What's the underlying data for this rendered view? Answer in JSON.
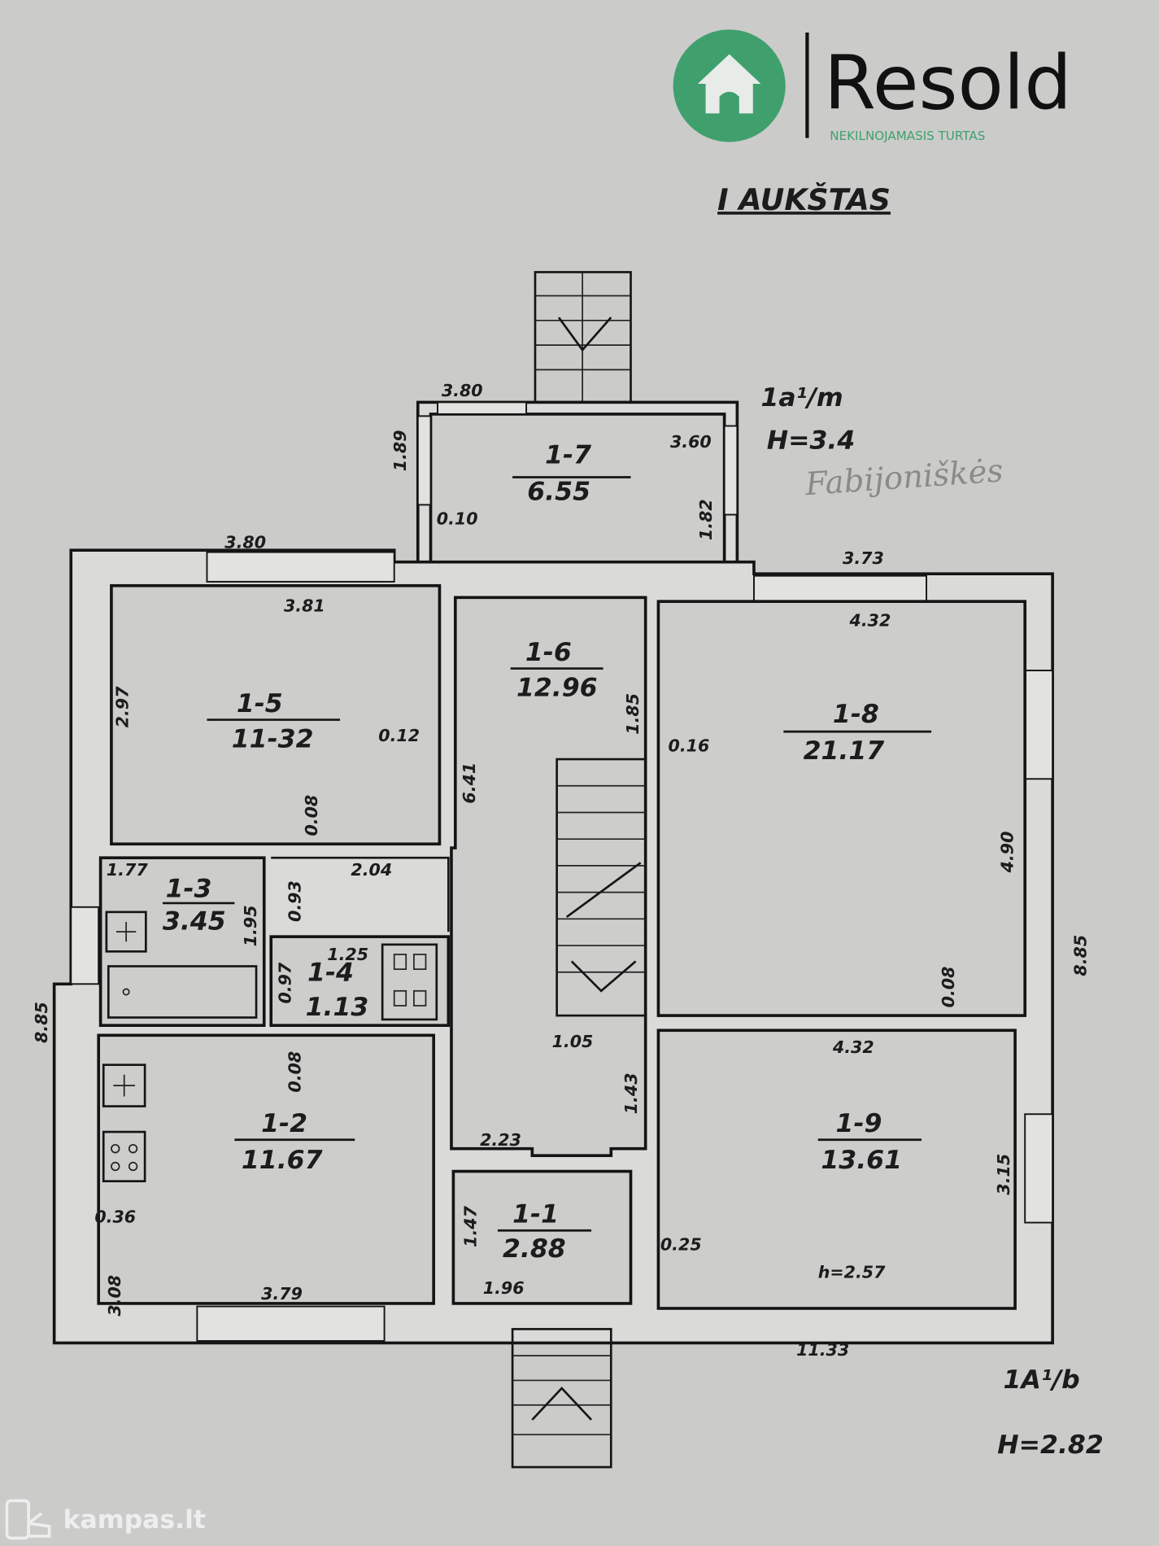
{
  "logo": {
    "brand": "Resold",
    "tagline": "NEKILNOJAMASIS TURTAS",
    "brand_color": "#3fa06e"
  },
  "title": "I AUKŠTAS",
  "annotations": {
    "top_code": "1a¹/m",
    "top_height": "H=3.4",
    "handwritten": "Fabijoniškės",
    "bottom_code": "1A¹/b",
    "bottom_height": "H=2.82"
  },
  "rooms": [
    {
      "id": "1-1",
      "area": "2.88"
    },
    {
      "id": "1-2",
      "area": "11.67"
    },
    {
      "id": "1-3",
      "area": "3.45"
    },
    {
      "id": "1-4",
      "area": "1.13"
    },
    {
      "id": "1-5",
      "area": "11-32"
    },
    {
      "id": "1-6",
      "area": "12.96"
    },
    {
      "id": "1-7",
      "area": "6.55"
    },
    {
      "id": "1-8",
      "area": "21.17"
    },
    {
      "id": "1-9",
      "area": "13.61"
    }
  ],
  "dimensions": {
    "porch_top": "3.80",
    "porch_inner": "3.60",
    "porch_left": "1.89",
    "porch_wall": "0.10",
    "porch_right": "1.82",
    "top_left_outer": "3.80",
    "r15_top": "3.81",
    "r15_left": "2.97",
    "r15_wall": "0.12",
    "hall_len": "6.41",
    "r15_bottom_wall": "0.08",
    "r13_top": "1.77",
    "hall_mid": "2.04",
    "r13_wall": "0.93",
    "r13_side": "1.95",
    "r14_top": "1.25",
    "r14_side": "0.97",
    "r12_wall": "0.08",
    "stair_bottom": "1.05",
    "hall_lower": "1.43",
    "r11_top": "2.23",
    "r11_side": "1.47",
    "r11_bottom": "1.96",
    "r12_wall_left": "0.36",
    "r12_side": "3.08",
    "r12_bottom": "3.79",
    "left_total": "8.85",
    "top_right_outer": "3.73",
    "r18_top": "4.32",
    "r18_door": "1.85",
    "r18_wall": "0.16",
    "r18_side": "4.90",
    "r18_bottom_wall": "0.08",
    "right_total": "8.85",
    "r19_top": "4.32",
    "r19_side": "3.15",
    "r19_wall": "0.25",
    "r19_height": "h=2.57",
    "bottom_total": "11.33"
  },
  "watermark": "kampas.lt"
}
